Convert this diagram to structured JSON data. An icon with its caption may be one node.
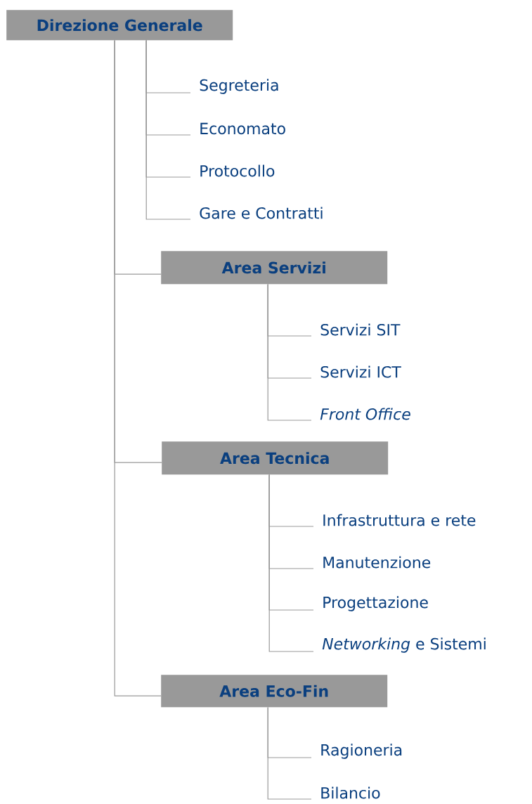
{
  "diagram": {
    "nodes": [
      {
        "text": [
          "Direzione Generale"
        ]
      },
      {
        "text": [
          "Segreteria"
        ]
      },
      {
        "text": [
          "Economato"
        ]
      },
      {
        "text": [
          "Protocollo"
        ]
      },
      {
        "text": [
          "Gare e Contratti"
        ]
      },
      {
        "text": [
          "Area Servizi"
        ]
      },
      {
        "text": [
          "Servizi SIT"
        ]
      },
      {
        "text": [
          "Servizi ICT"
        ]
      },
      {
        "text": [
          "Front Office"
        ]
      },
      {
        "text": [
          "Area Tecnica"
        ]
      },
      {
        "text": [
          "Infrastruttura e rete"
        ]
      },
      {
        "text": [
          "Manutenzione"
        ]
      },
      {
        "text": [
          "Progettazione"
        ]
      },
      {
        "text": [
          "*Networking* e Sistemi"
        ]
      },
      {
        "text": [
          "Area Eco-Fin"
        ]
      },
      {
        "text": [
          "Ragioneria"
        ]
      },
      {
        "text": [
          "Bilancio"
        ]
      }
    ],
    "edges": [
      {
        "from": 0,
        "to": 1,
        "arrow": "none"
      },
      {
        "from": 0,
        "to": 2,
        "arrow": "none"
      },
      {
        "from": 0,
        "to": 3,
        "arrow": "none"
      },
      {
        "from": 0,
        "to": 4,
        "arrow": "none"
      },
      {
        "from": 0,
        "to": 5,
        "arrow": "none"
      },
      {
        "from": 0,
        "to": 9,
        "arrow": "none"
      },
      {
        "from": 0,
        "to": 14,
        "arrow": "none"
      },
      {
        "from": 5,
        "to": 6,
        "arrow": "none"
      },
      {
        "from": 5,
        "to": 7,
        "arrow": "none"
      },
      {
        "from": 5,
        "to": 8,
        "arrow": "none"
      },
      {
        "from": 9,
        "to": 10,
        "arrow": "none"
      },
      {
        "from": 9,
        "to": 11,
        "arrow": "none"
      },
      {
        "from": 9,
        "to": 12,
        "arrow": "none"
      },
      {
        "from": 9,
        "to": 13,
        "arrow": "none"
      },
      {
        "from": 14,
        "to": 15,
        "arrow": "none"
      },
      {
        "from": 14,
        "to": 16,
        "arrow": "none"
      }
    ]
  }
}
